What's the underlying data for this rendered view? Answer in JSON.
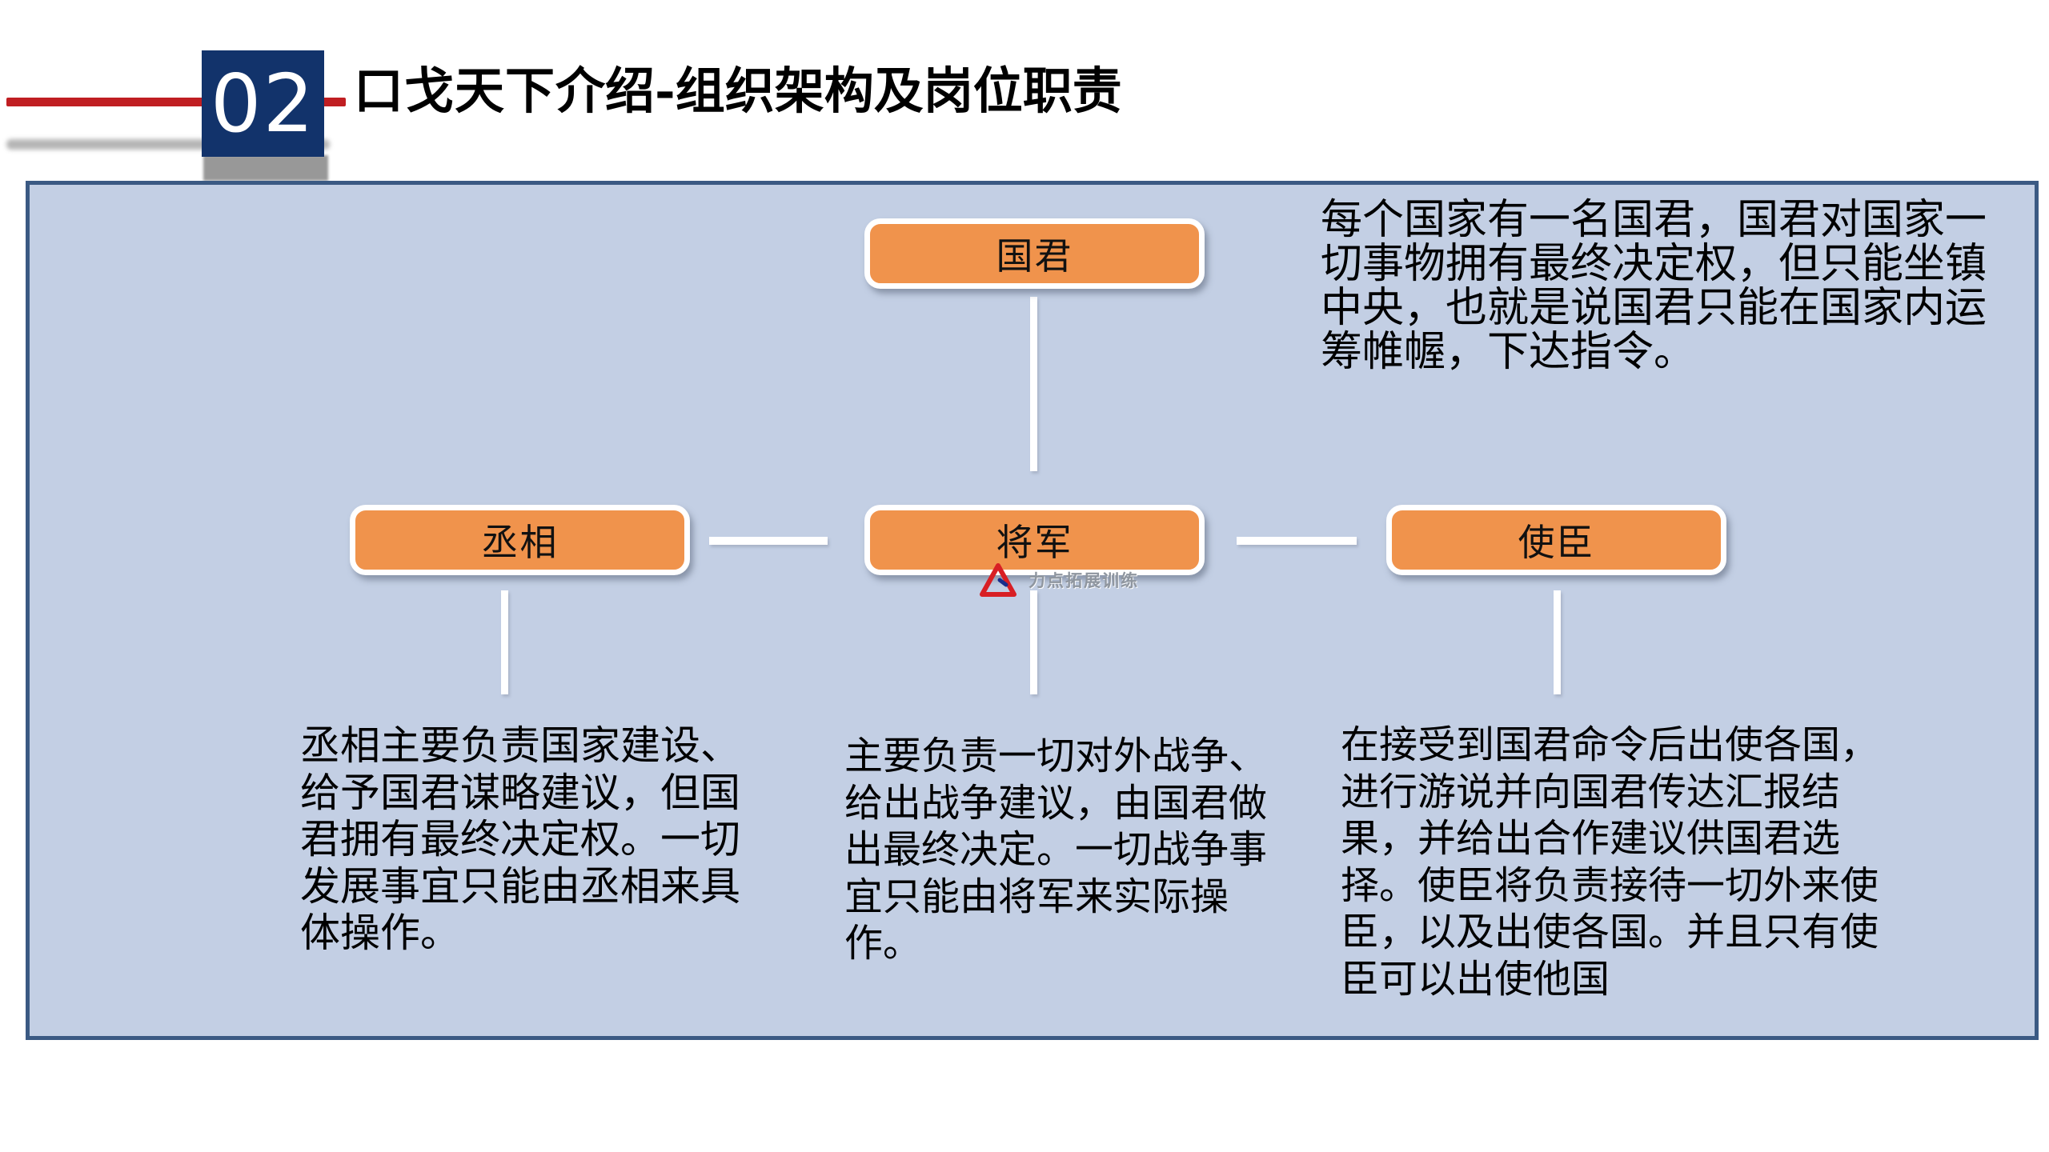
{
  "header": {
    "section_number": "02",
    "title_emphasis": "口戈天下",
    "title_rest": "介绍-组织架构及岗位职责"
  },
  "org_chart": {
    "root": {
      "label": "国君",
      "description": "每个国家有一名国君，国君对国家一切事物拥有最终决定权，但只能坐镇中央，也就是说国君只能在国家内运筹帷幄，下达指令。"
    },
    "children": [
      {
        "label": "丞相",
        "description": "丞相主要负责国家建设、给予国君谋略建议，但国君拥有最终决定权。一切发展事宜只能由丞相来具体操作。"
      },
      {
        "label": "将军",
        "description": "主要负责一切对外战争、给出战争建议，由国君做出最终决定。一切战争事宜只能由将军来实际操作。"
      },
      {
        "label": "使臣",
        "description": "在接受到国君命令后出使各国，进行游说并向国君传达汇报结果，并给出合作建议供国君选择。使臣将负责接待一切外来使臣，以及出使各国。并且只有使臣可以出使他国"
      }
    ]
  },
  "watermark": {
    "text": "力点拓展训练"
  },
  "colors": {
    "navy_badge": "#12336B",
    "accent_red": "#C01E22",
    "panel_background": "#C3CFE4",
    "panel_border": "#3B5A83",
    "node_orange": "#F0934C",
    "connector_white": "#FFFFFF"
  }
}
